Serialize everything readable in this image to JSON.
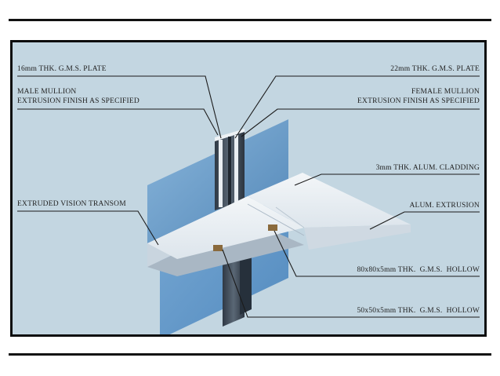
{
  "colors": {
    "background": "#c3d6e1",
    "glass": "#5d93c6",
    "frame_border": "#0d0d0d",
    "rules": "#111111",
    "leader": "#1b1b1b",
    "aluminium": "#e7edf2",
    "steel_dark": "#3b4652"
  },
  "labels": {
    "plate_16": "16mm THK. G.M.S. PLATE",
    "plate_22": "22mm THK. G.M.S. PLATE",
    "male_mullion_1": "MALE MULLION",
    "male_mullion_2": "EXTRUSION FINISH AS SPECIFIED",
    "female_mullion_1": "FEMALE MULLION",
    "female_mullion_2": "EXTRUSION FINISH AS SPECIFIED",
    "cladding": "3mm THK. ALUM. CLADDING",
    "transom": "EXTRUDED VISION TRANSOM",
    "alum_extrusion": "ALUM. EXTRUSION",
    "hollow_80": "80x80x5mm THK.  G.M.S.  HOLLOW",
    "hollow_50": "50x50x5mm THK.  G.M.S.  HOLLOW"
  }
}
